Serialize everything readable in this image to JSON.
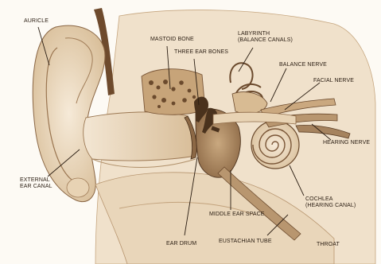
{
  "labels": {
    "auricle": "AURICLE",
    "mastoid_bone": "MASTOID BONE",
    "three_ear_bones": "THREE EAR BONES",
    "labyrinth": {
      "line1": "LABYRINTH",
      "line2": "(BALANCE CANALS)"
    },
    "balance_nerve": "BALANCE NERVE",
    "facial_nerve": "FACIAL NERVE",
    "hearing_nerve": "HEARING NERVE",
    "external_ear_canal": {
      "line1": "EXTERNAL",
      "line2": "EAR CANAL"
    },
    "cochlea": {
      "line1": "COCHLEA",
      "line2": "(HEARING CANAL)"
    },
    "middle_ear_space": "MIDDLE EAR SPACE",
    "ear_drum": "EAR DRUM",
    "eustachian_tube": "EUSTACHIAN TUBE",
    "throat": "THROAT"
  },
  "colors": {
    "background": "#fdfaf4",
    "tissue_light": "#f1e2cc",
    "tissue_mid": "#dcc3a0",
    "tissue_dark": "#a6835e",
    "bone_dark": "#5c3f26",
    "leader_line": "#2a1d12"
  }
}
